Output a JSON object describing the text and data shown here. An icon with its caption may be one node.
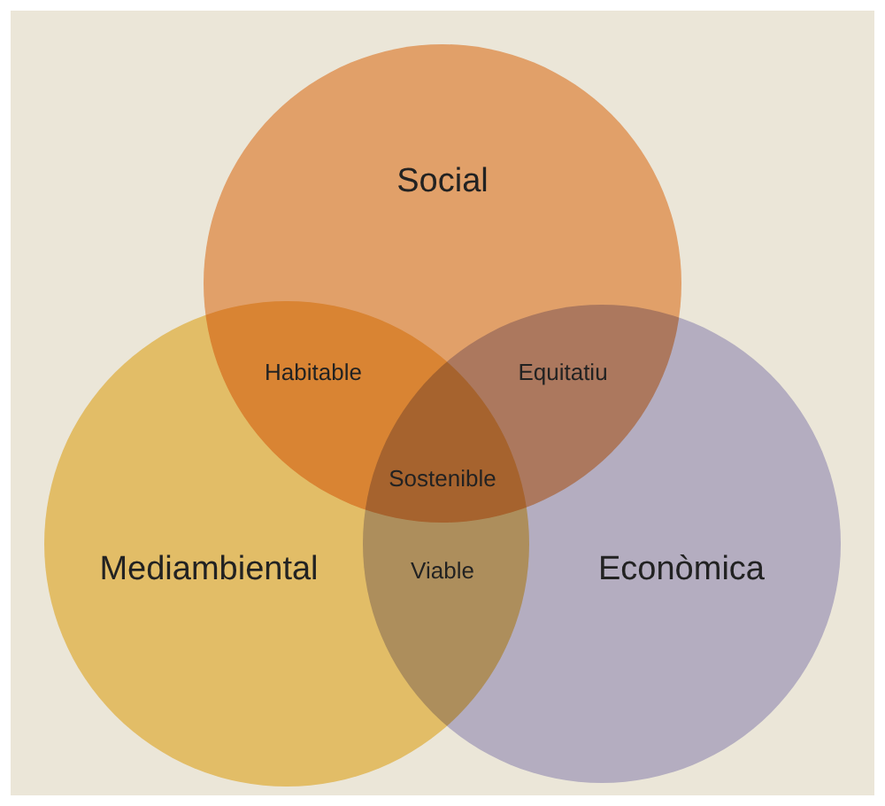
{
  "diagram": {
    "nodes": [
      {
        "text": [
          "Social"
        ]
      },
      {
        "text": [
          "Mediambiental"
        ]
      },
      {
        "text": [
          "Econòmica"
        ]
      }
    ],
    "labels": [
      "Habitable",
      "Equitatiu",
      "Sostenible",
      "Viable"
    ]
  }
}
